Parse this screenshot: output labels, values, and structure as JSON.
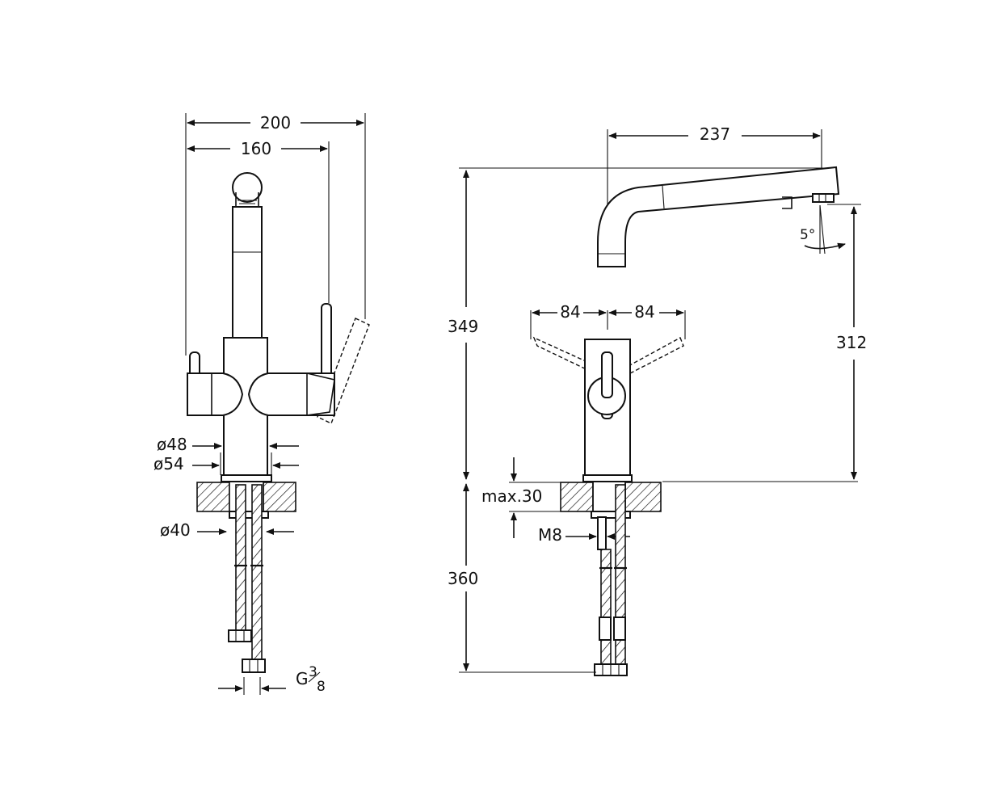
{
  "left_view": {
    "width_overall": "200",
    "width_lever": "160",
    "dia_top": "ø48",
    "dia_base": "ø54",
    "dia_thread": "ø40",
    "connection": "G",
    "connection_num": "3",
    "connection_den": "8"
  },
  "right_view": {
    "reach": "237",
    "height_total": "349",
    "height_spout": "312",
    "angle": "5°",
    "lever_left": "84",
    "lever_right": "84",
    "deck_max": "max.30",
    "stud": "M8",
    "hose_length": "360"
  }
}
